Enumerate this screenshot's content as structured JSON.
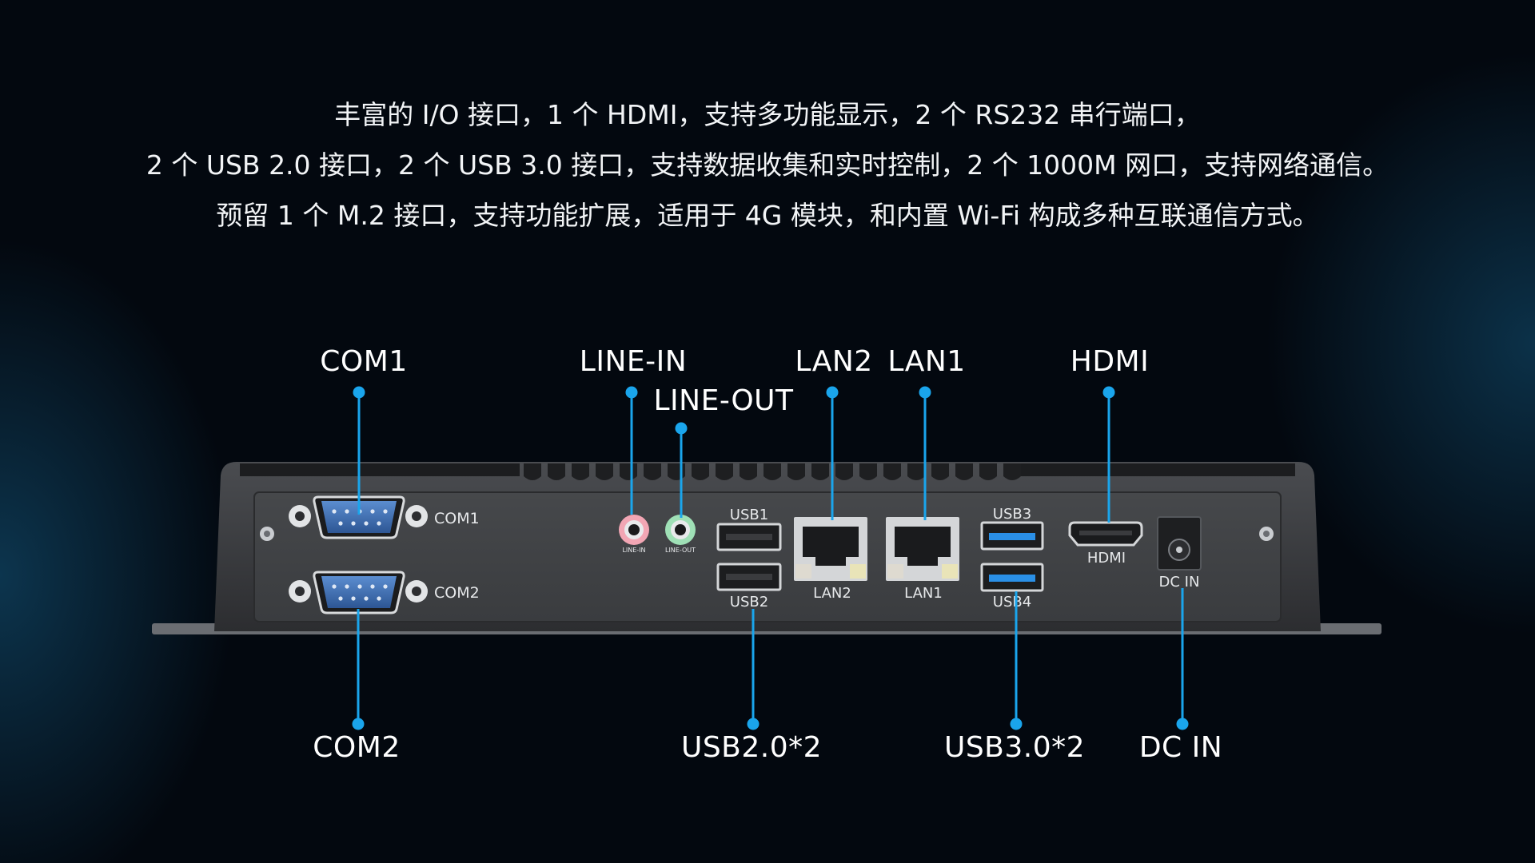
{
  "intro": {
    "line1": "丰富的 I/O 接口，1 个 HDMI，支持多功能显示，2 个 RS232 串行端口，",
    "line2": "2 个 USB 2.0 接口，2 个 USB 3.0 接口，支持数据收集和实时控制，2 个 1000M 网口，支持网络通信。",
    "line3": "预留 1 个 M.2 接口，支持功能扩展，适用于 4G 模块，和内置 Wi-Fi 构成多种互联通信方式。"
  },
  "callouts_top": {
    "com1": "COM1",
    "line_in": "LINE-IN",
    "line_out": "LINE-OUT",
    "lan2": "LAN2",
    "lan1": "LAN1",
    "hdmi": "HDMI"
  },
  "callouts_bottom": {
    "com2": "COM2",
    "usb2": "USB2.0*2",
    "usb3": "USB3.0*2",
    "dc_in": "DC IN"
  },
  "panel_labels": {
    "com1": "COM1",
    "com2": "COM2",
    "line_in": "LINE-IN",
    "line_out": "LINE-OUT",
    "usb1": "USB1",
    "usb2": "USB2",
    "lan2": "LAN2",
    "lan1": "LAN1",
    "usb3": "USB3",
    "usb4": "USB4",
    "hdmi": "HDMI",
    "dc_in": "DC IN"
  },
  "colors": {
    "accent": "#1aa5ec",
    "background": "#03080f",
    "chassis": "#3b3d40",
    "db9_blue": "#3c6fb4",
    "usb3_blue": "#2a8fe6",
    "line_in_pink": "#f2a6b4",
    "line_out_green": "#9fe0b6"
  }
}
